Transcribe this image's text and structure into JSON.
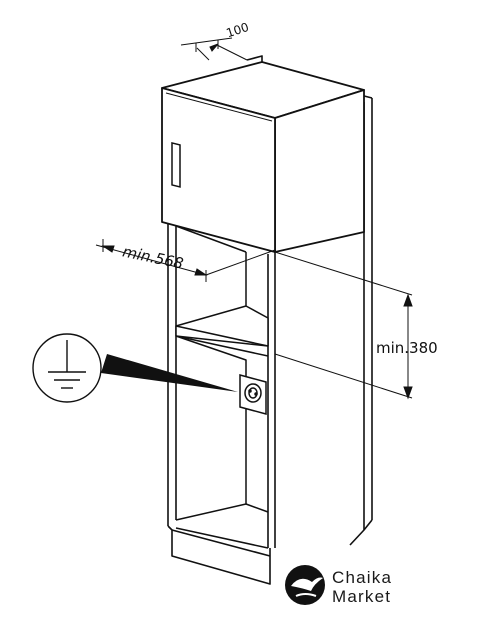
{
  "dimensions": {
    "depth_top": "100",
    "width_min": "min.568",
    "height_min": "min.380"
  },
  "symbols": {
    "ground": "ground-symbol-icon"
  },
  "brand": {
    "line1": "Chaika",
    "line2": "Market",
    "logo_icon": "bird-logo-icon"
  }
}
